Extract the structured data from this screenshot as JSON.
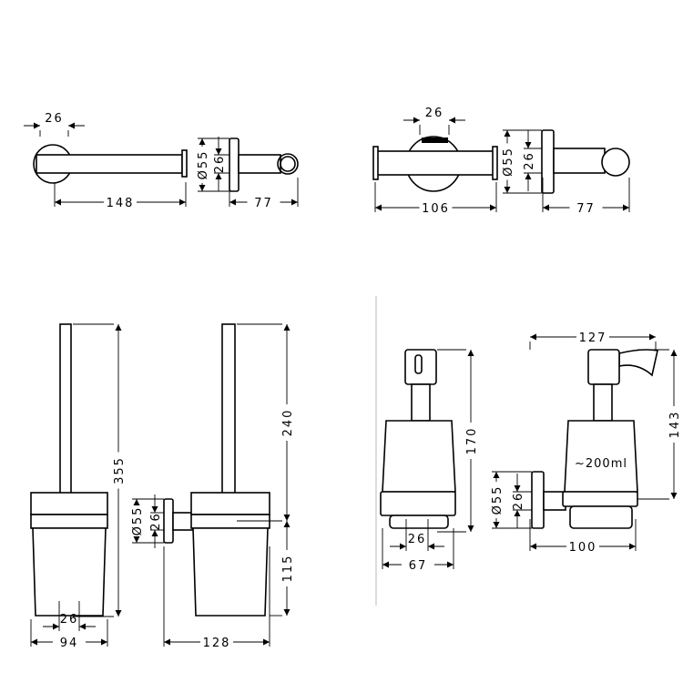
{
  "paper_holder": {
    "width_26": "26",
    "length": "148",
    "diameter": "Ø55",
    "height_26": "26",
    "depth": "77"
  },
  "double_hook": {
    "width_26": "26",
    "length": "106",
    "diameter": "Ø55",
    "height_26": "26",
    "depth": "77"
  },
  "brush_holder": {
    "height": "355",
    "width_26": "26",
    "width": "94"
  },
  "brush_holder_wall": {
    "diameter": "Ø55",
    "height_26": "26",
    "upper": "240",
    "lower": "115",
    "depth": "128"
  },
  "dispenser": {
    "height": "170",
    "width_26": "26",
    "width": "67"
  },
  "dispenser_wall": {
    "capacity": "~200ml",
    "spout_depth": "127",
    "height": "143",
    "diameter": "Ø55",
    "height_26": "26",
    "depth": "100"
  }
}
